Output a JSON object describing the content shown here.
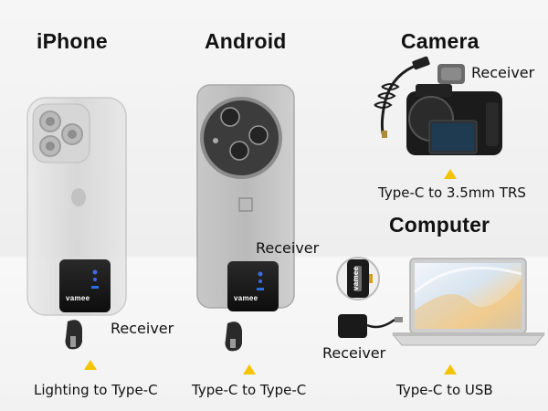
{
  "colors": {
    "background": "#f4f4f4",
    "arrow": "#f5c400",
    "device_body": "#1a1a1a",
    "phone_silver": "#dcdcdc",
    "phone_grey": "#c9c9c9"
  },
  "columns": {
    "iphone": {
      "heading": "iPhone",
      "receiver_label": "Receiver",
      "caption": "Lighting to Type-C",
      "device_logo": "vamee"
    },
    "android": {
      "heading": "Android",
      "receiver_label": "Receiver",
      "caption": "Type-C to Type-C",
      "device_logo": "vamee"
    },
    "camera": {
      "heading": "Camera",
      "receiver_label": "Receiver",
      "caption": "Type-C to 3.5mm TRS"
    },
    "computer": {
      "heading": "Computer",
      "receiver_label": "Receiver",
      "caption": "Type-C to USB",
      "device_logo": "vamee"
    }
  }
}
